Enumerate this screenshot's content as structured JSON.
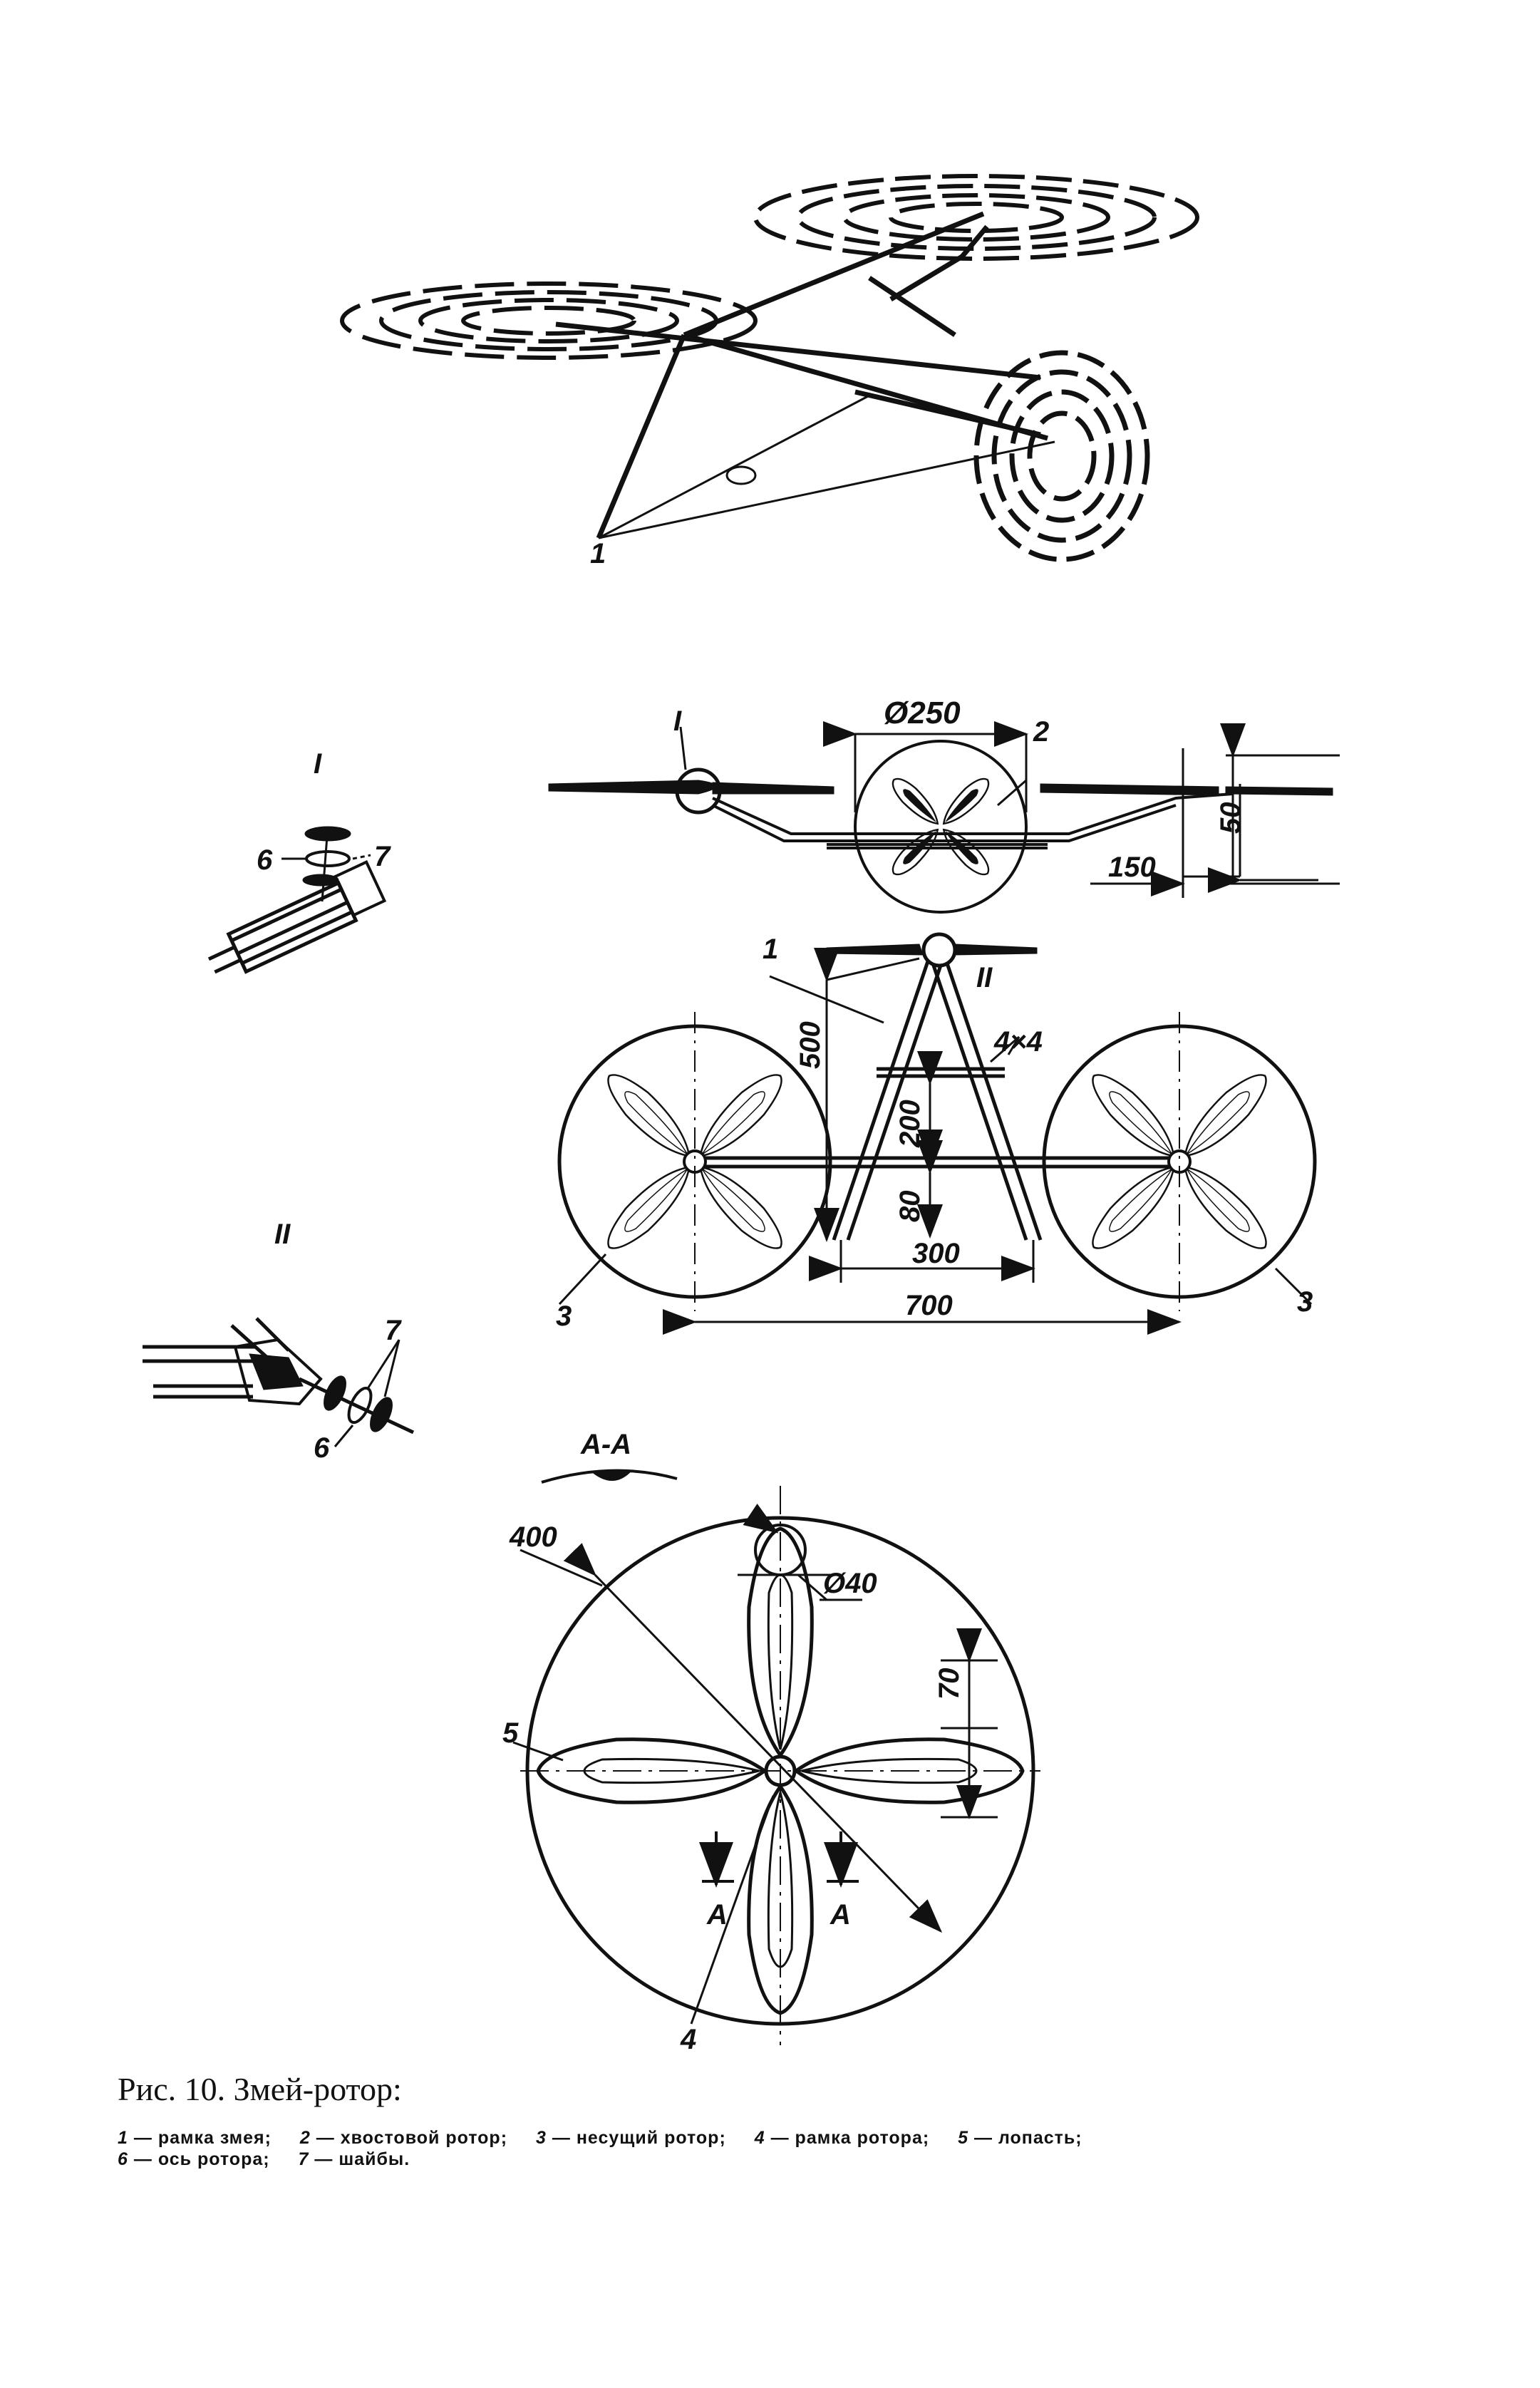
{
  "figure": {
    "caption_title": "Рис. 10. Змей-ротор:",
    "legend": [
      {
        "num": "1",
        "text": "рамка змея;"
      },
      {
        "num": "2",
        "text": "хвостовой ротор;"
      },
      {
        "num": "3",
        "text": "несущий ротор;"
      },
      {
        "num": "4",
        "text": "рамка ротора;"
      },
      {
        "num": "5",
        "text": "лопасть;"
      },
      {
        "num": "6",
        "text": "ось ротора;"
      },
      {
        "num": "7",
        "text": "шайбы."
      }
    ],
    "detail_views": {
      "detail_1": "I",
      "detail_2": "II"
    },
    "dimensions": {
      "tail_rotor_diameter": "Ø250",
      "rotor_vertical_offset": "50",
      "rotor_horizontal_offset": "150",
      "frame_height": "500",
      "crossbar_section": "4×4",
      "crossbar_height": "200",
      "lower_bar_height": "80",
      "base_width": "300",
      "rotor_spacing": "700",
      "rotor_diameter": "400",
      "hub_diameter": "Ø40",
      "blade_offset": "70",
      "section_label": "A-A",
      "section_mark": "A"
    },
    "part_labels": {
      "p1": "1",
      "p2": "2",
      "p3": "3",
      "p4": "4",
      "p5": "5",
      "p6": "6",
      "p7": "7"
    }
  }
}
